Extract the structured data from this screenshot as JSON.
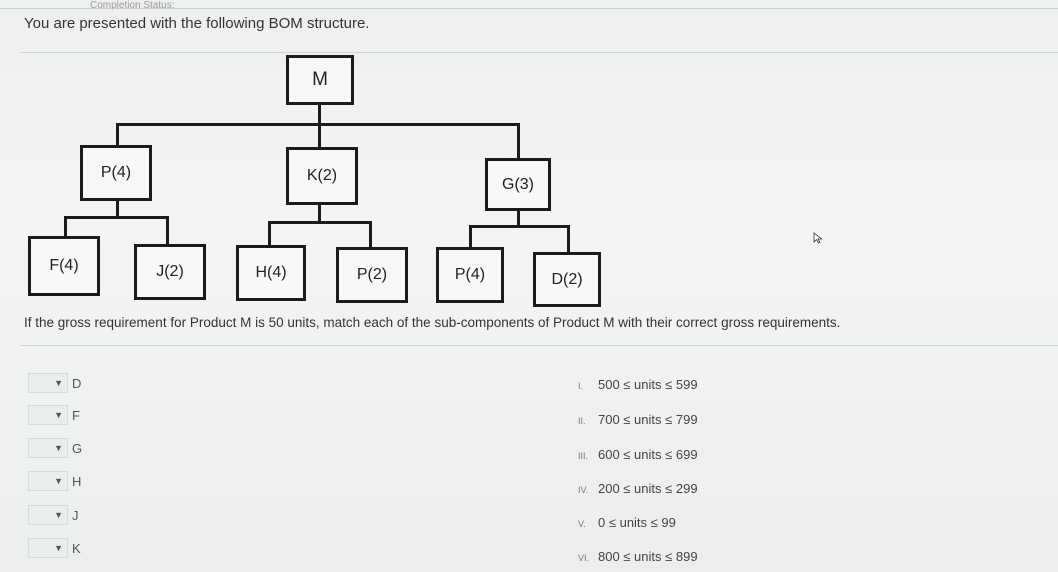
{
  "header": {
    "status_text": "Completion Status:",
    "intro": "You are presented with the following BOM structure."
  },
  "bom": {
    "root": "M",
    "level1": [
      "P(4)",
      "K(2)",
      "G(3)"
    ],
    "level2": [
      "F(4)",
      "J(2)",
      "H(4)",
      "P(2)",
      "P(4)",
      "D(2)"
    ]
  },
  "question": "If the gross requirement for Product M is 50 units, match each of the sub-components of Product M with their correct gross requirements.",
  "match_items": [
    "D",
    "F",
    "G",
    "H",
    "J",
    "K"
  ],
  "ranges": [
    {
      "numeral": "I.",
      "text": "500 ≤ units ≤ 599"
    },
    {
      "numeral": "II.",
      "text": "700 ≤ units ≤ 799"
    },
    {
      "numeral": "III.",
      "text": "600 ≤ units ≤ 699"
    },
    {
      "numeral": "IV.",
      "text": "200 ≤ units ≤ 299"
    },
    {
      "numeral": "V.",
      "text": "0 ≤ units ≤ 99"
    },
    {
      "numeral": "VI.",
      "text": "800 ≤ units ≤ 899"
    }
  ],
  "icons": {
    "dropdown": "chevron-down-icon"
  }
}
